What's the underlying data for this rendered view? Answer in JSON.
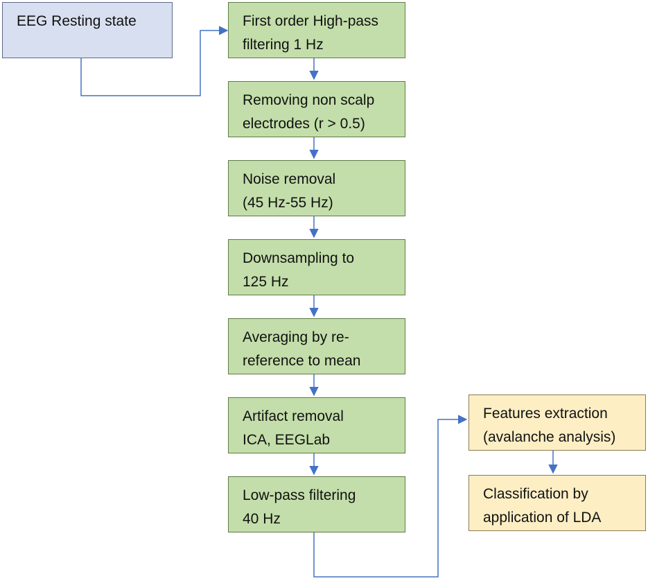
{
  "start": {
    "lines": [
      "EEG Resting state"
    ],
    "color": "#d8dff0"
  },
  "pipeline": [
    {
      "lines": [
        "First order High-pass",
        "filtering 1 Hz"
      ]
    },
    {
      "lines": [
        "Removing non scalp",
        "electrodes (r > 0.5)"
      ]
    },
    {
      "lines": [
        "Noise removal",
        "(45 Hz-55 Hz)"
      ]
    },
    {
      "lines": [
        "Downsampling to",
        "125 Hz"
      ]
    },
    {
      "lines": [
        "Averaging by re-",
        "reference to mean"
      ]
    },
    {
      "lines": [
        "Artifact removal",
        "ICA, EEGLab"
      ]
    },
    {
      "lines": [
        "Low-pass filtering",
        "40 Hz"
      ]
    }
  ],
  "outputs": [
    {
      "lines": [
        "Features extraction",
        "(avalanche analysis)"
      ]
    },
    {
      "lines": [
        "Classification by",
        "application of LDA"
      ]
    }
  ],
  "colors": {
    "start_fill": "#d8dff0",
    "step_fill": "#c3deaa",
    "output_fill": "#fdeec4",
    "connector": "#4472c4"
  }
}
